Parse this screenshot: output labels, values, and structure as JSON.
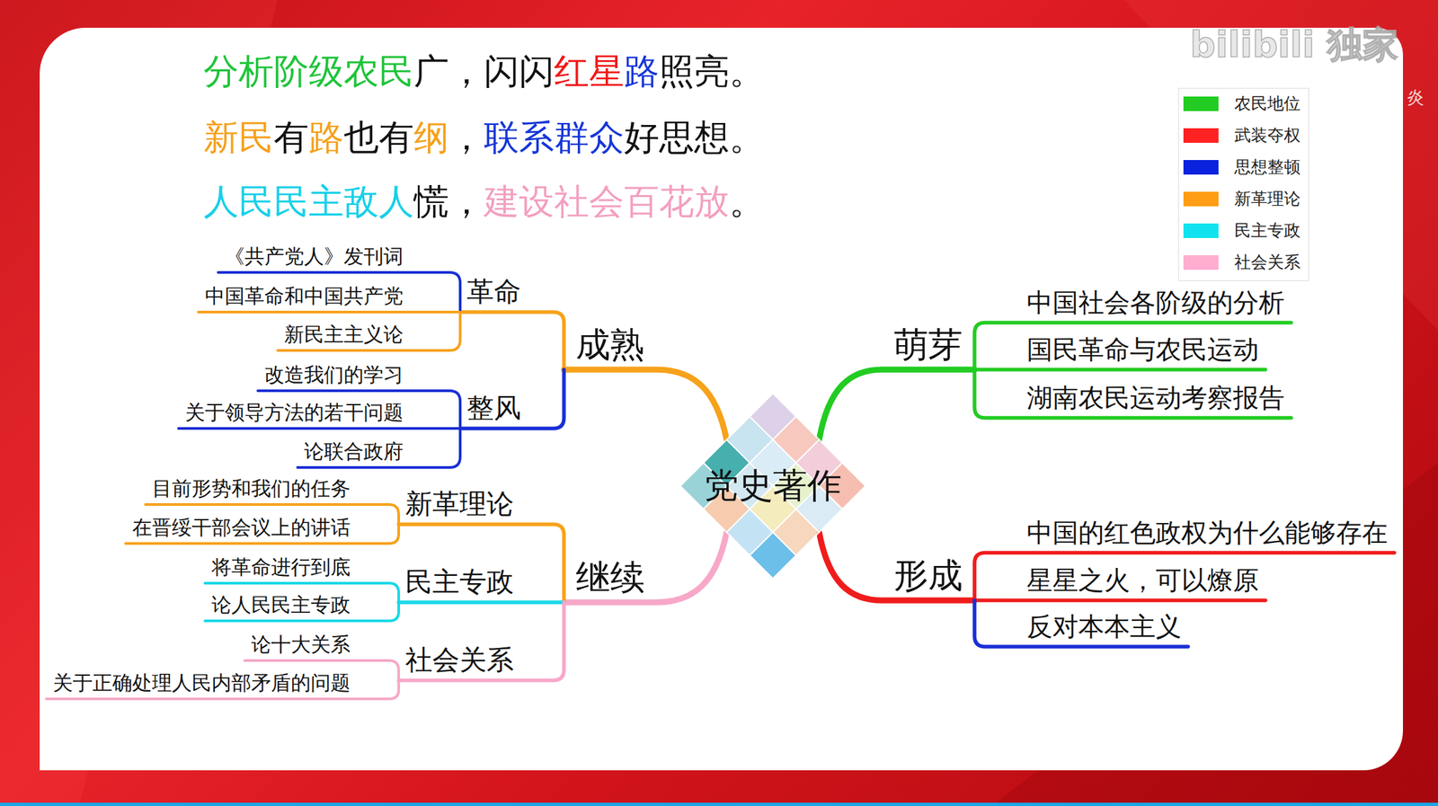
{
  "diagram": {
    "nodes": [
      {
        "text": [
          "党史著作"
        ]
      },
      {
        "text": [
          "成熟"
        ]
      },
      {
        "text": [
          "革命"
        ]
      },
      {
        "text": [
          "《共产党人》发刊词"
        ]
      },
      {
        "text": [
          "中国革命和中国共产党"
        ]
      },
      {
        "text": [
          "新民主主义论"
        ]
      },
      {
        "text": [
          "整风"
        ]
      },
      {
        "text": [
          "改造我们的学习"
        ]
      },
      {
        "text": [
          "关于领导方法的若干问题"
        ]
      },
      {
        "text": [
          "论联合政府"
        ]
      },
      {
        "text": [
          "萌芽"
        ]
      },
      {
        "text": [
          "中国社会各阶级的分析"
        ]
      },
      {
        "text": [
          "国民革命与农民运动"
        ]
      },
      {
        "text": [
          "湖南农民运动考察报告"
        ]
      },
      {
        "text": [
          "继续"
        ]
      },
      {
        "text": [
          "新革理论"
        ]
      },
      {
        "text": [
          "目前形势和我们的任务"
        ]
      },
      {
        "text": [
          "在晋绥干部会议上的讲话"
        ]
      },
      {
        "text": [
          "民主专政"
        ]
      },
      {
        "text": [
          "将革命进行到底"
        ]
      },
      {
        "text": [
          "论人民民主专政"
        ]
      },
      {
        "text": [
          "社会关系"
        ]
      },
      {
        "text": [
          "论十大关系"
        ]
      },
      {
        "text": [
          "关于正确处理人民内部矛盾的问题"
        ]
      },
      {
        "text": [
          "形成"
        ]
      },
      {
        "text": [
          "中国的红色政权为什么能够存在"
        ]
      },
      {
        "text": [
          "星星之火，可以燎原"
        ]
      },
      {
        "text": [
          "反对本本主义"
        ]
      }
    ],
    "edges": [
      {
        "from": 0,
        "to": 1,
        "arrow": "none"
      },
      {
        "from": 1,
        "to": 2,
        "arrow": "none"
      },
      {
        "from": 2,
        "to": 3,
        "arrow": "none"
      },
      {
        "from": 2,
        "to": 4,
        "arrow": "none"
      },
      {
        "from": 2,
        "to": 5,
        "arrow": "none"
      },
      {
        "from": 1,
        "to": 6,
        "arrow": "none"
      },
      {
        "from": 6,
        "to": 7,
        "arrow": "none"
      },
      {
        "from": 6,
        "to": 8,
        "arrow": "none"
      },
      {
        "from": 6,
        "to": 9,
        "arrow": "none"
      },
      {
        "from": 0,
        "to": 10,
        "arrow": "none"
      },
      {
        "from": 10,
        "to": 11,
        "arrow": "none"
      },
      {
        "from": 10,
        "to": 12,
        "arrow": "none"
      },
      {
        "from": 10,
        "to": 13,
        "arrow": "none"
      },
      {
        "from": 0,
        "to": 14,
        "arrow": "none"
      },
      {
        "from": 14,
        "to": 15,
        "arrow": "none"
      },
      {
        "from": 15,
        "to": 16,
        "arrow": "none"
      },
      {
        "from": 15,
        "to": 17,
        "arrow": "none"
      },
      {
        "from": 14,
        "to": 18,
        "arrow": "none"
      },
      {
        "from": 18,
        "to": 19,
        "arrow": "none"
      },
      {
        "from": 18,
        "to": 20,
        "arrow": "none"
      },
      {
        "from": 14,
        "to": 21,
        "arrow": "none"
      },
      {
        "from": 21,
        "to": 22,
        "arrow": "none"
      },
      {
        "from": 21,
        "to": 23,
        "arrow": "none"
      },
      {
        "from": 0,
        "to": 24,
        "arrow": "none"
      },
      {
        "from": 24,
        "to": 25,
        "arrow": "none"
      },
      {
        "from": 24,
        "to": 26,
        "arrow": "none"
      },
      {
        "from": 24,
        "to": 27,
        "arrow": "none"
      }
    ],
    "labels": [
      "分析阶级农民广，闪闪红星路照亮。",
      "新民有路也有纲，联系群众好思想。",
      "人民民主敌人慌，建设社会百花放。",
      "bilibili 独家",
      "炎"
    ],
    "legend": [
      {
        "text": "农民地位",
        "color": "#22cc22"
      },
      {
        "text": "武装夺权",
        "color": "#ff2222"
      },
      {
        "text": "思想整顿",
        "color": "#0a22dd"
      },
      {
        "text": "新革理论",
        "color": "#ff9d14"
      },
      {
        "text": "民主专政",
        "color": "#10e3ef"
      },
      {
        "text": "社会关系",
        "color": "#ffadd0"
      }
    ]
  }
}
